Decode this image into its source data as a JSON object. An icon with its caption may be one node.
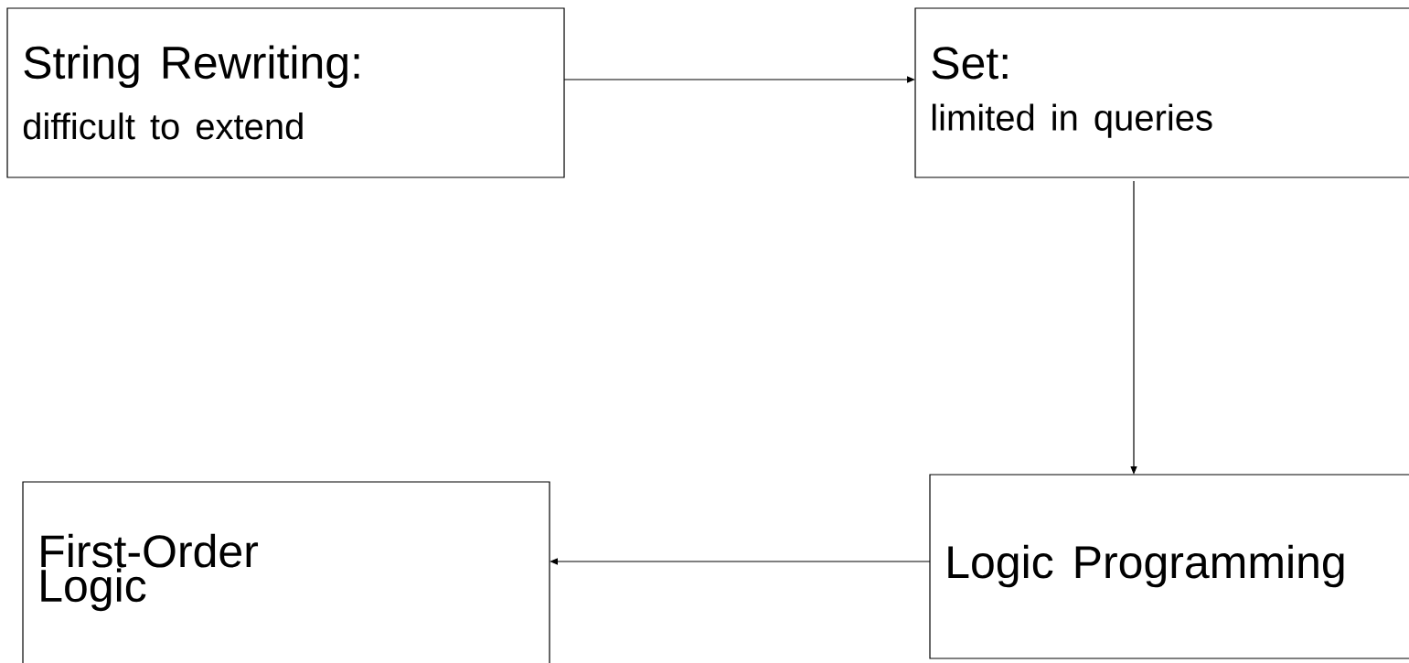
{
  "diagram": {
    "nodes": [
      {
        "text": [
          "String Rewriting:",
          "difficult to extend"
        ]
      },
      {
        "text": [
          "Set:",
          "limited in queries"
        ]
      },
      {
        "text": [
          "Logic Programming"
        ]
      },
      {
        "text": [
          "First-Order Logic"
        ]
      }
    ],
    "edges": [
      {
        "from": 0,
        "to": 1,
        "arrow": "to"
      },
      {
        "from": 1,
        "to": 2,
        "arrow": "to"
      },
      {
        "from": 2,
        "to": 3,
        "arrow": "to"
      }
    ]
  }
}
